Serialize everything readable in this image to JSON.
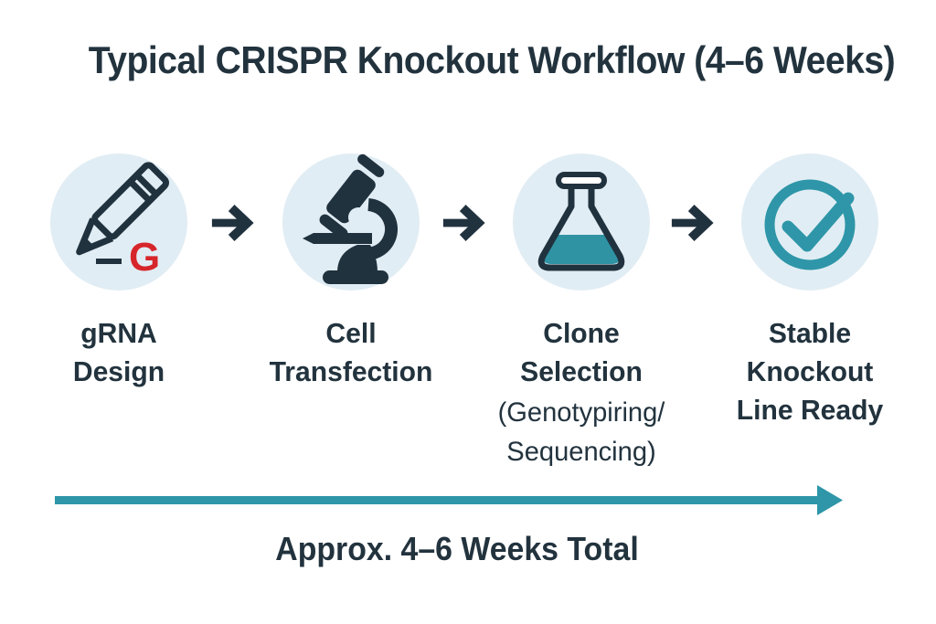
{
  "title": "Typical CRISPR Knockout Workflow (4–6 Weeks)",
  "steps": [
    {
      "label": "gRNA\nDesign",
      "icon": "pencil-grna-icon",
      "icon_letter": "G"
    },
    {
      "label": "Cell\nTransfection",
      "icon": "microscope-icon"
    },
    {
      "label": "Clone\nSelection",
      "sublabel": "(Genotypiring/\nSequencing)",
      "icon": "flask-icon"
    },
    {
      "label": "Stable\nKnockout\nLine Ready",
      "icon": "check-circle-icon"
    }
  ],
  "connectors": {
    "arrow_icon": "arrow-right-icon",
    "count": 3
  },
  "timeline": {
    "caption": "Approx. 4–6 Weeks Total",
    "arrow_icon": "timeline-arrow-right"
  },
  "colors": {
    "navy": "#21323f",
    "text": "#22333e",
    "teal": "#2e96a8",
    "flask_liquid": "#2f93a4",
    "circle_bg": "#e1edf4",
    "accent_red": "#d6262b",
    "background": "#ffffff"
  }
}
